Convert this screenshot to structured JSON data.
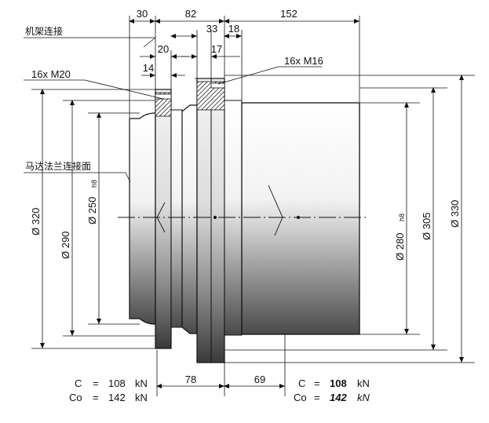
{
  "dimensions_top": {
    "d30": "30",
    "d82": "82",
    "d152": "152",
    "d33": "33",
    "d18": "18",
    "d20": "20",
    "d17": "17",
    "d14": "14"
  },
  "notes": {
    "frame": "机架连接",
    "motor_flange": "马达法兰连接面",
    "bolts_left": "16x  M20",
    "bolts_right": "16x  M16"
  },
  "diameters": {
    "d320": "Ø 320",
    "d290": "Ø 290",
    "d250": "Ø 250",
    "d250_tol": "h8",
    "d280": "Ø 280",
    "d280_tol": "h8",
    "d305": "Ø 305",
    "d330": "Ø 330"
  },
  "dimensions_bottom": {
    "d78": "78",
    "d69": "69"
  },
  "load_left": {
    "c_label": "C",
    "c_eq": "=",
    "c_value": "108",
    "c_unit": "kN",
    "co_label": "Co",
    "co_eq": "=",
    "co_value": "142",
    "co_unit": "kN"
  },
  "load_right": {
    "c_label": "C",
    "c_eq": "=",
    "c_value": "108",
    "c_unit": "kN",
    "co_label": "Co",
    "co_eq": "=",
    "co_value": "142",
    "co_unit": "kN"
  }
}
